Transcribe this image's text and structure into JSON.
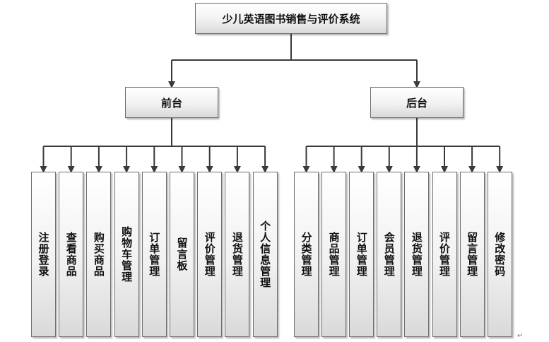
{
  "root": {
    "label": "少儿英语图书销售与评价系统"
  },
  "branches": [
    {
      "id": "front",
      "label": "前台",
      "children": [
        "注册登录",
        "查看商品",
        "购买商品",
        "购物车管理",
        "订单管理",
        "留言板",
        "评价管理",
        "退货管理",
        "个人信息管理"
      ]
    },
    {
      "id": "back",
      "label": "后台",
      "children": [
        "分类管理",
        "商品管理",
        "订单管理",
        "会员管理",
        "退货管理",
        "评价管理",
        "留言管理",
        "修改密码"
      ]
    }
  ],
  "colors": {
    "line": "#3a3a3a",
    "border": "#6e6e6e"
  },
  "paragraph_mark": "↵"
}
